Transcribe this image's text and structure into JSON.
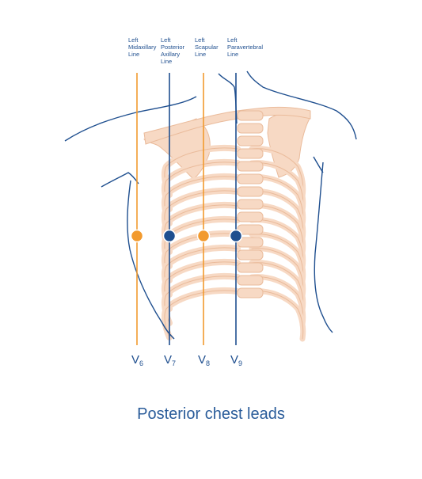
{
  "title": "Posterior chest leads",
  "colors": {
    "orange": "#f29a2e",
    "blue": "#1f4f8f",
    "bone": "#f7d9c4",
    "bone_edge": "#eabb9b",
    "outline": "#1f4f8f"
  },
  "leads": [
    {
      "id": "V6",
      "letter": "V",
      "sub": "6",
      "line_label": [
        "Left",
        "Midaxillary",
        "Line"
      ],
      "color": "orange"
    },
    {
      "id": "V7",
      "letter": "V",
      "sub": "7",
      "line_label": [
        "Left",
        "Posterior",
        "Axillary",
        "Line"
      ],
      "color": "blue"
    },
    {
      "id": "V8",
      "letter": "V",
      "sub": "8",
      "line_label": [
        "Left",
        "Scapular",
        "Line"
      ],
      "color": "orange"
    },
    {
      "id": "V9",
      "letter": "V",
      "sub": "9",
      "line_label": [
        "Left",
        "Paravertebral",
        "Line"
      ],
      "color": "blue"
    }
  ]
}
